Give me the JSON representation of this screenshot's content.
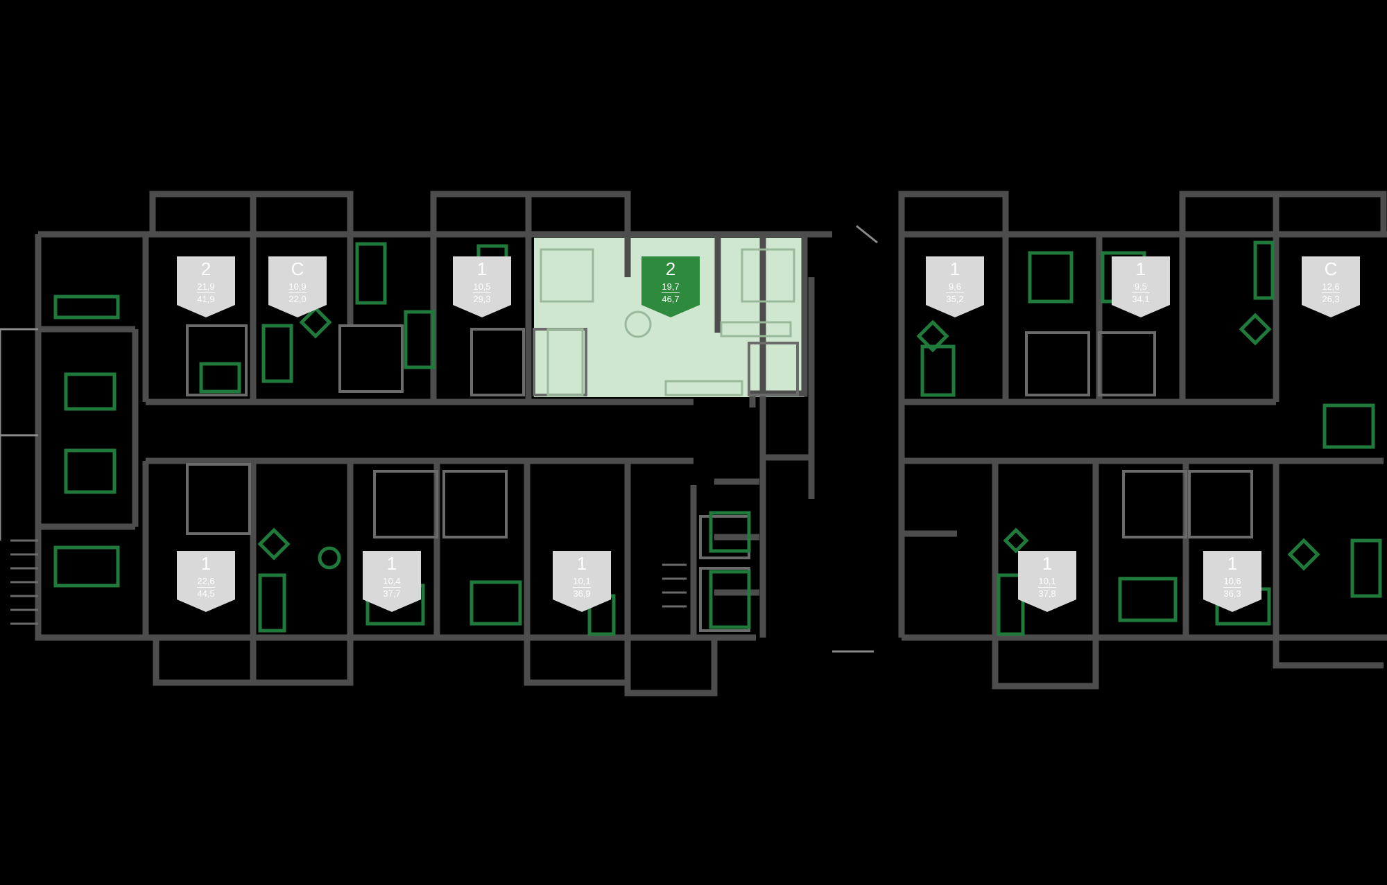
{
  "colors": {
    "background": "#000000",
    "wall": "#4d4d4d",
    "furniture": "#1f7a3c",
    "badge_fill": "#d9d9d9",
    "badge_text": "#ffffff",
    "active_fill": "#2e8b3e",
    "active_apartment_fill": "#cfe6cf"
  },
  "apartments": [
    {
      "rooms": "2",
      "living": "21,9",
      "total": "41,9",
      "selected": false
    },
    {
      "rooms": "С",
      "living": "10,9",
      "total": "22,0",
      "selected": false
    },
    {
      "rooms": "1",
      "living": "10,5",
      "total": "29,3",
      "selected": false
    },
    {
      "rooms": "2",
      "living": "19,7",
      "total": "46,7",
      "selected": true
    },
    {
      "rooms": "1",
      "living": "9,6",
      "total": "35,2",
      "selected": false
    },
    {
      "rooms": "1",
      "living": "9,5",
      "total": "34,1",
      "selected": false
    },
    {
      "rooms": "С",
      "living": "12,6",
      "total": "26,3",
      "selected": false
    },
    {
      "rooms": "1",
      "living": "22,6",
      "total": "44,5",
      "selected": false
    },
    {
      "rooms": "1",
      "living": "10,4",
      "total": "37,7",
      "selected": false
    },
    {
      "rooms": "1",
      "living": "10,1",
      "total": "36,9",
      "selected": false
    },
    {
      "rooms": "1",
      "living": "10,1",
      "total": "37,8",
      "selected": false
    },
    {
      "rooms": "1",
      "living": "10,6",
      "total": "36,3",
      "selected": false
    }
  ],
  "icons": {
    "furniture": "furniture-icon",
    "door": "door-swing-icon",
    "stairs": "stairs-icon"
  }
}
